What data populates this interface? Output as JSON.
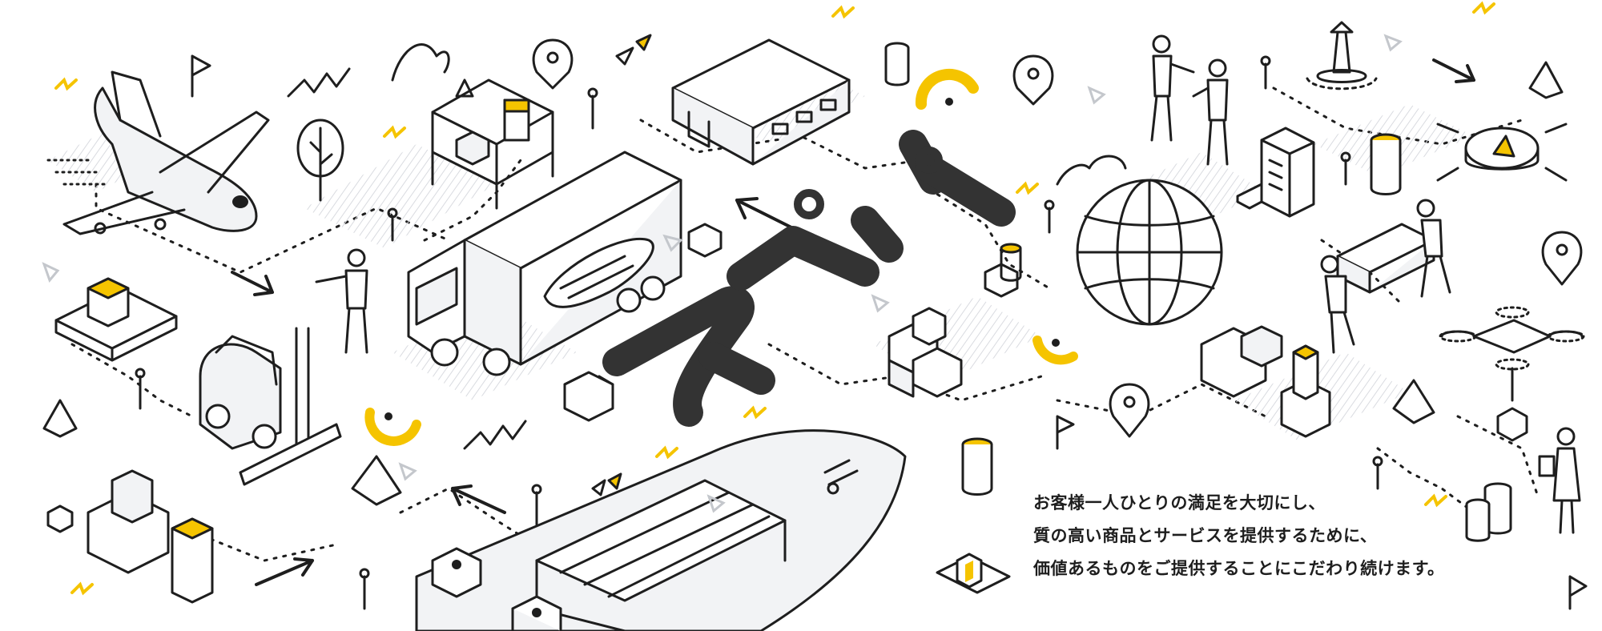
{
  "hero": {
    "logo_text": "スペイン",
    "tagline": [
      "お客様一人ひとりの満足を大切にし、",
      "質の高い商品とサービスを提供するために、",
      "価値あるものをご提供することにこだわり続けます。"
    ]
  },
  "colors": {
    "line": "#1e1e1e",
    "accent": "#f5c400",
    "shade": "#dcdee2",
    "logo": "#333333",
    "background": "#ffffff"
  },
  "icons": [
    "airplane-icon",
    "warehouse-icon",
    "truck-icon",
    "forklift-icon",
    "ship-icon",
    "globe-icon",
    "drone-icon",
    "lighthouse-icon",
    "building-icon",
    "map-pin-icon",
    "box-icon",
    "person-icon",
    "arrow-icon",
    "flag-icon",
    "tree-icon"
  ]
}
